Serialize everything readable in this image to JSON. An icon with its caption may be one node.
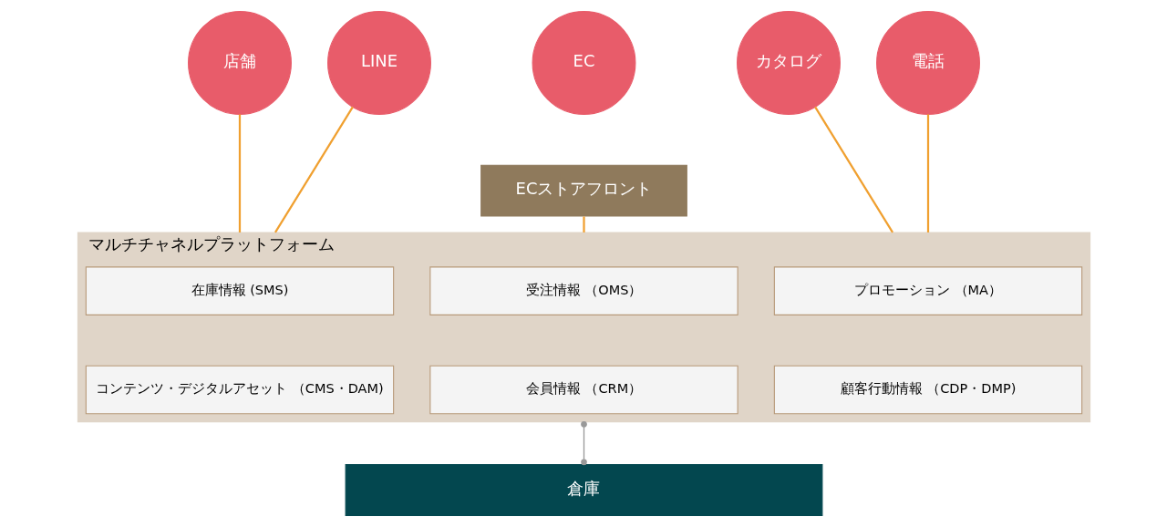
{
  "diagram": {
    "nodes": [
      {
        "text": [
          "店舗"
        ]
      },
      {
        "text": [
          "LINE"
        ]
      },
      {
        "text": [
          "EC"
        ]
      },
      {
        "text": [
          "カタログ"
        ]
      },
      {
        "text": [
          "電話"
        ]
      },
      {
        "text": [
          "ECストアフロント"
        ]
      },
      {
        "text": [
          "マルチチャネルプラットフォーム"
        ]
      },
      {
        "text": [
          "在庫情報 (SMS)"
        ],
        "in": 6
      },
      {
        "text": [
          "受注情報 （OMS）"
        ],
        "in": 6
      },
      {
        "text": [
          "プロモーション （MA）"
        ],
        "in": 6
      },
      {
        "text": [
          "コンテンツ・デジタルアセット （CMS・DAM)"
        ],
        "in": 6
      },
      {
        "text": [
          "会員情報 （CRM）"
        ],
        "in": 6
      },
      {
        "text": [
          "顧客行動情報 （CDP・DMP)"
        ],
        "in": 6
      },
      {
        "text": [
          "倉庫"
        ]
      }
    ],
    "edges": [
      {
        "from": 0,
        "to": 6,
        "arrow": "none"
      },
      {
        "from": 1,
        "to": 6,
        "arrow": "none"
      },
      {
        "from": 5,
        "to": 6,
        "arrow": "none"
      },
      {
        "from": 3,
        "to": 6,
        "arrow": "none"
      },
      {
        "from": 4,
        "to": 6,
        "arrow": "none"
      },
      {
        "from": 6,
        "to": 13,
        "arrow": "other",
        "color": "#999999"
      }
    ]
  }
}
